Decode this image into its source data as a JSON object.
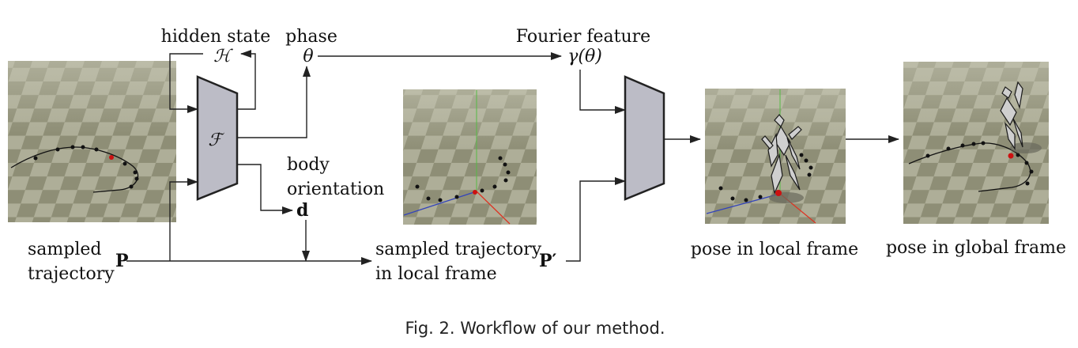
{
  "labels": {
    "hidden_state": "hidden state",
    "hidden_symbol": "ℋ",
    "phase": "phase",
    "phase_symbol": "θ",
    "fourier_feature": "Fourier feature",
    "fourier_symbol": "γ(θ)",
    "network_symbol": "ℱ",
    "body_orientation_line1": "body",
    "body_orientation_line2": "orientation",
    "orientation_symbol": "d",
    "sampled_traj_line1": "sampled",
    "sampled_traj_line2": "trajectory",
    "traj_symbol": "P",
    "local_traj_line1": "sampled trajectory",
    "local_traj_line2": "in local frame",
    "local_traj_symbol": "P′",
    "pose_local": "pose in local frame",
    "pose_global": "pose in global frame"
  },
  "caption": "Fig. 2.  Workflow of our method.",
  "colors": {
    "floor_dark": "#8e8e76",
    "floor_light": "#aeae98",
    "network_fill": "#bcbcc6",
    "root_marker": "#cc1111",
    "axis_x": "#dd3322",
    "axis_y": "#55bb44",
    "axis_z": "#3344bb"
  }
}
